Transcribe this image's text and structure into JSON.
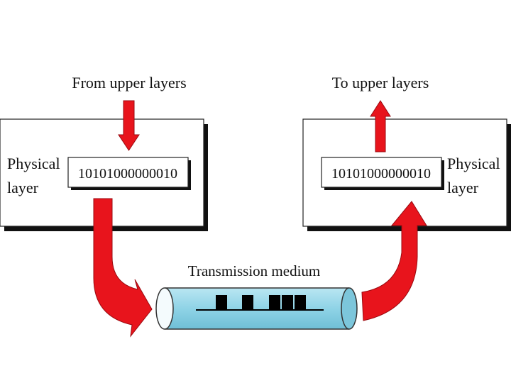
{
  "labels": {
    "from_upper": "From upper layers",
    "to_upper": "To upper layers",
    "left_layer_line1": "Physical",
    "left_layer_line2": "layer",
    "right_layer_line1": "Physical",
    "right_layer_line2": "layer",
    "medium": "Transmission medium"
  },
  "bits": {
    "sender": "10101000000010",
    "receiver": "10101000000010"
  },
  "colors": {
    "arrow_red": "#e8141c",
    "medium_fill": "#8fd3e6",
    "box_shadow": "#111111",
    "signal": "#000000"
  }
}
